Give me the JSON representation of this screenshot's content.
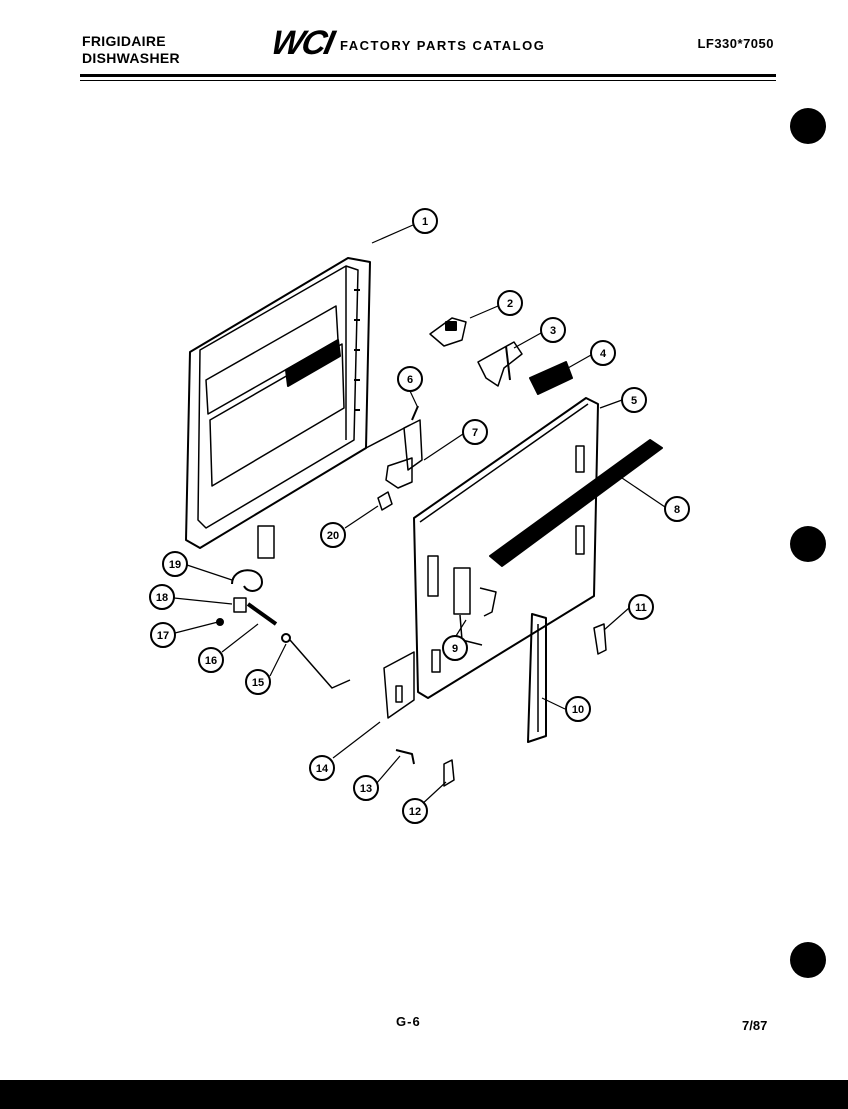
{
  "header": {
    "brand_line1": "FRIGIDAIRE",
    "brand_line2": "DISHWASHER",
    "logo": "WCI",
    "catalog_title": "FACTORY PARTS CATALOG",
    "model": "LF330*7050"
  },
  "callouts": [
    {
      "label": "1"
    },
    {
      "label": "2"
    },
    {
      "label": "3"
    },
    {
      "label": "4"
    },
    {
      "label": "5"
    },
    {
      "label": "6"
    },
    {
      "label": "7"
    },
    {
      "label": "8"
    },
    {
      "label": "9"
    },
    {
      "label": "10"
    },
    {
      "label": "11"
    },
    {
      "label": "12"
    },
    {
      "label": "13"
    },
    {
      "label": "14"
    },
    {
      "label": "15"
    },
    {
      "label": "16"
    },
    {
      "label": "17"
    },
    {
      "label": "18"
    },
    {
      "label": "19"
    },
    {
      "label": "20"
    }
  ],
  "footer": {
    "page": "G-6",
    "date": "7/87"
  }
}
